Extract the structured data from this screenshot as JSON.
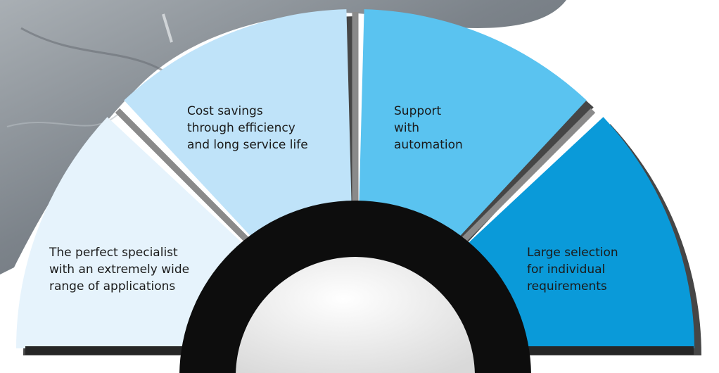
{
  "segments": [
    {
      "id": "wide-range",
      "lines": [
        "The perfect specialist",
        "with an extremely wide",
        "range of applications"
      ],
      "color": "#e6f3fc"
    },
    {
      "id": "cost-savings",
      "lines": [
        "Cost savings",
        "through efficiency",
        "and long service life"
      ],
      "color": "#bfe3f9"
    },
    {
      "id": "automation",
      "lines": [
        "Support",
        "with",
        "automation"
      ],
      "color": "#5ac3f0"
    },
    {
      "id": "selection",
      "lines": [
        "Large selection",
        "for individual",
        "requirements"
      ],
      "color": "#0a9ad9"
    }
  ],
  "colors": {
    "hub_ring": "#0d0d0d",
    "hub_center": "#f2f2f2",
    "shadow": "#262626",
    "background_stone": "#8d9399"
  }
}
